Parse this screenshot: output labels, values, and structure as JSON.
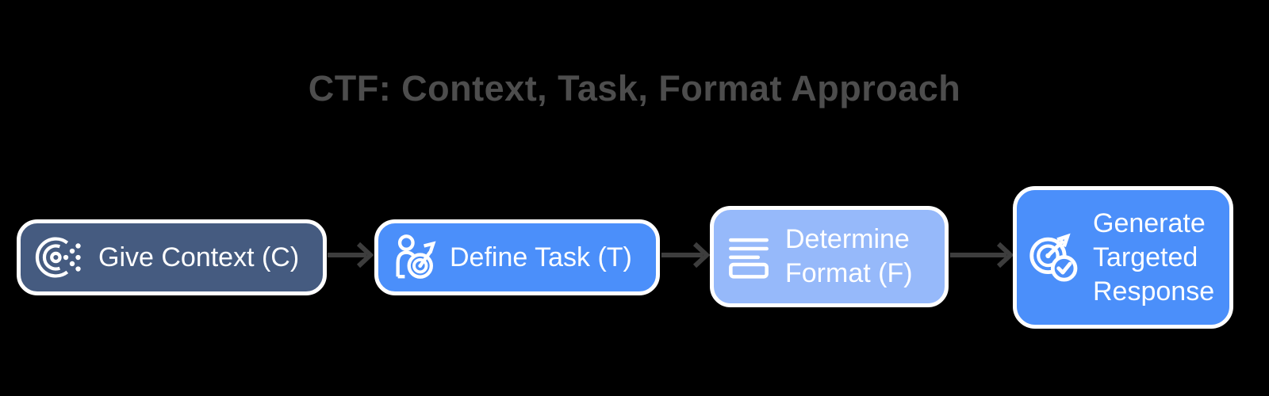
{
  "background_color": "#000000",
  "title": {
    "text": "CTF: Context, Task, Format Approach",
    "color": "#4d4d4d"
  },
  "flow": {
    "border_color": "#ffffff",
    "text_color": "#ffffff",
    "arrow_color": "#3d3d3d",
    "steps": [
      {
        "label": "Give Context (C)",
        "icon": "context-dots-icon",
        "bg_color": "#455b80"
      },
      {
        "label": "Define Task (T)",
        "icon": "person-target-icon",
        "bg_color": "#4b8ffa"
      },
      {
        "label": "Determine Format (F)",
        "lines": [
          "Determine",
          "Format (F)"
        ],
        "icon": "format-lines-icon",
        "bg_color": "#96b9fa"
      },
      {
        "label": "Generate Targeted Response",
        "lines": [
          "Generate",
          "Targeted",
          "Response"
        ],
        "icon": "target-check-icon",
        "bg_color": "#4b8ffa"
      }
    ]
  }
}
